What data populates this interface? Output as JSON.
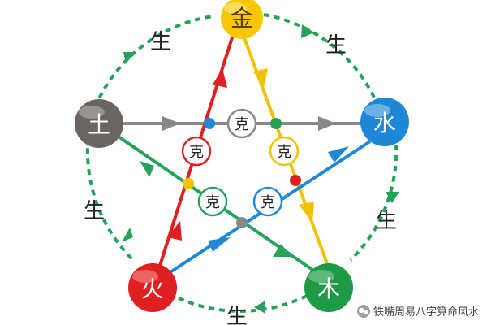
{
  "nodes": {
    "metal": {
      "label": "金",
      "color": "#f7c800"
    },
    "water": {
      "label": "水",
      "color": "#1e88d8"
    },
    "wood": {
      "label": "木",
      "color": "#1e9a45"
    },
    "fire": {
      "label": "火",
      "color": "#e02020"
    },
    "earth": {
      "label": "土",
      "color": "#6b6562"
    }
  },
  "generate_label": "生",
  "control_label": "克",
  "colors": {
    "generate_arrow": "#23a35a",
    "gray_line": "#888888",
    "blue_line": "#1e88d8",
    "yellow_line": "#f2c200",
    "red_line": "#e02020",
    "green_line": "#23a35a",
    "text": "#222222"
  },
  "watermark": {
    "text": "铁嘴周易八字算命风水",
    "icon": "wechat-icon"
  }
}
